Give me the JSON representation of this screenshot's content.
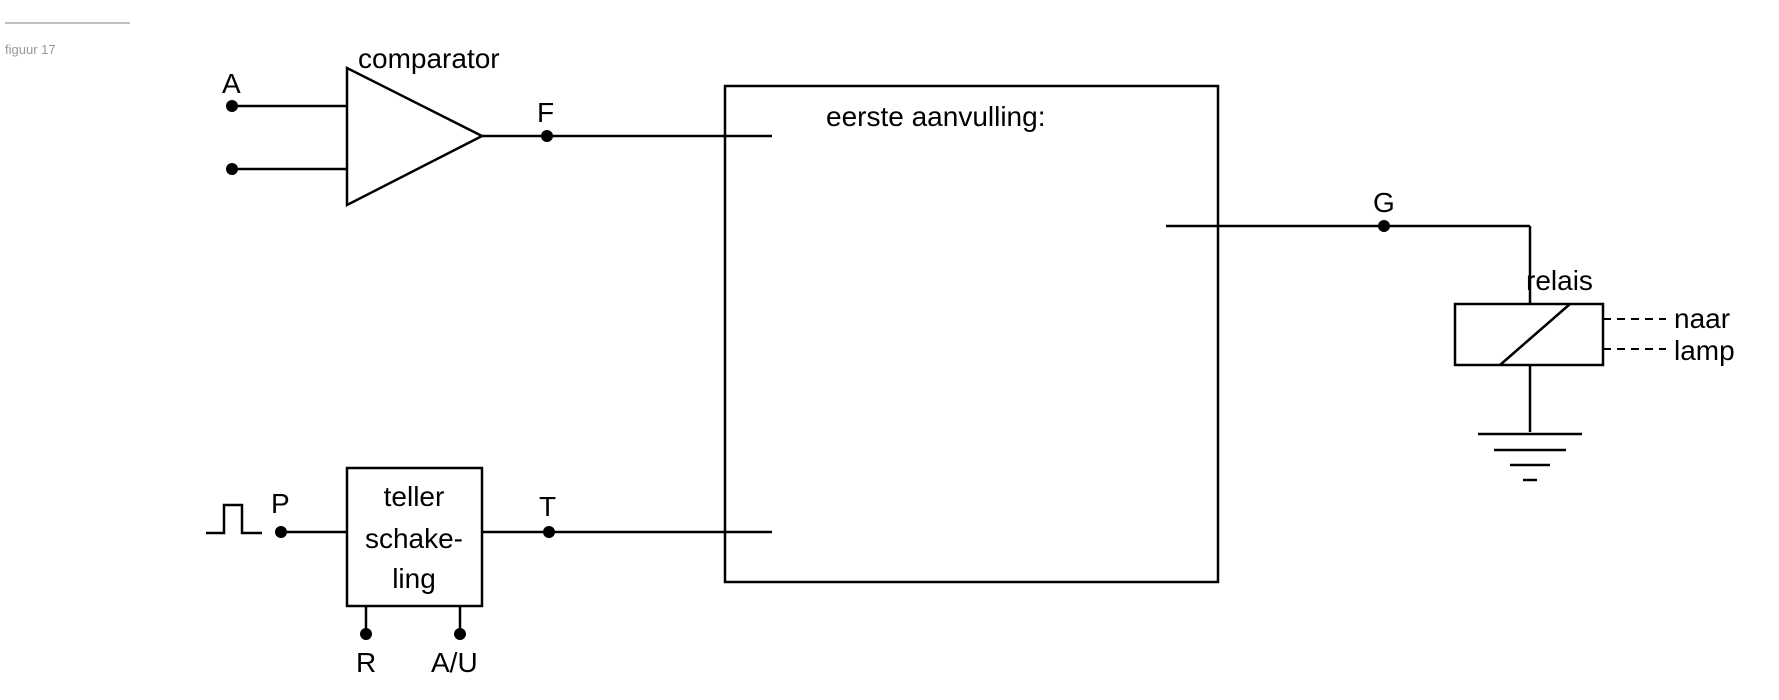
{
  "figure": {
    "caption": "figuur 17"
  },
  "labels": {
    "comparator": "comparator",
    "A": "A",
    "F": "F",
    "box_title": "eerste aanvulling:",
    "G": "G",
    "relais": "relais",
    "naar": "naar",
    "lamp": "lamp",
    "P": "P",
    "T": "T",
    "teller_line1": "teller",
    "teller_line2": "schake-",
    "teller_line3": "ling",
    "R": "R",
    "AU": "A/U"
  }
}
